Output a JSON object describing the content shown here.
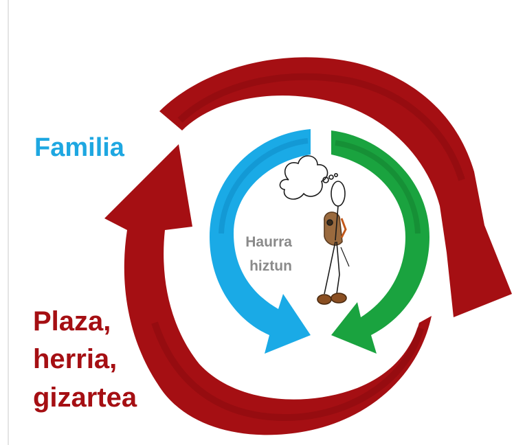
{
  "labels": {
    "familia": "Familia",
    "plaza_lines": [
      "Plaza,",
      "herria,",
      "gizartea"
    ],
    "center_lines": [
      "Haurra",
      "hiztun"
    ]
  },
  "colors": {
    "outer_arrow": "#a50f13",
    "outer_arrow_dark": "#7a0a0c",
    "blue_arrow": "#1aaae6",
    "blue_arrow_dark": "#0b86c2",
    "green_arrow": "#1aa33f",
    "green_arrow_dark": "#117a2d",
    "familia_text": "#1ea7e1",
    "plaza_text": "#a50f13",
    "center_text": "#8a8a8a"
  },
  "icons": {
    "child": "child-walking-with-thought-bubble-icon"
  }
}
